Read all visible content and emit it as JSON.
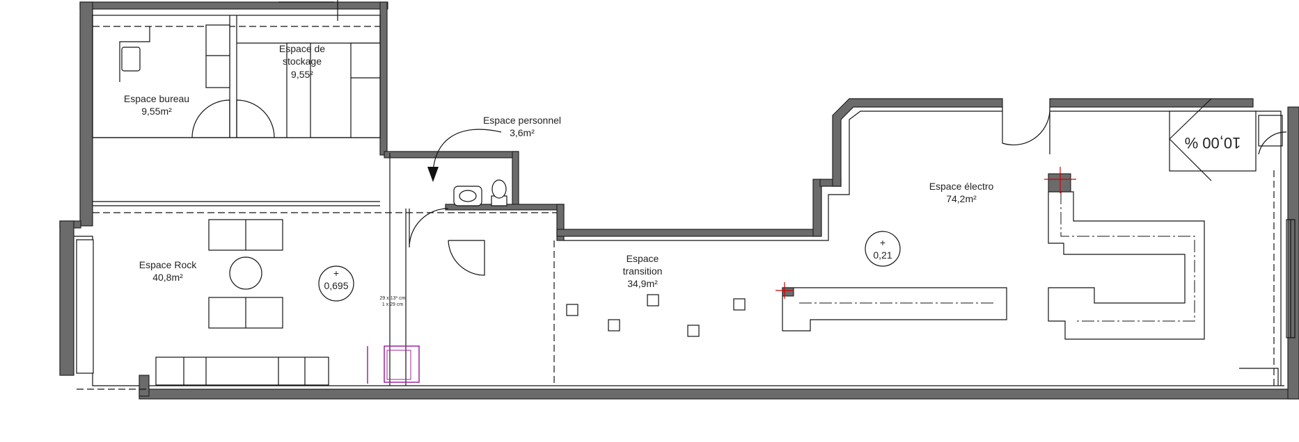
{
  "rooms": {
    "bureau": {
      "name": "Espace bureau",
      "area": "9,55m²"
    },
    "stockage": {
      "name_line1": "Espace de",
      "name_line2": "stockage",
      "area": "9,55²"
    },
    "personnel": {
      "name": "Espace personnel",
      "area": "3,6m²"
    },
    "rock": {
      "name": "Espace Rock",
      "area": "40,8m²"
    },
    "transition": {
      "name_line1": "Espace",
      "name_line2": "transition",
      "area": "34,9m²"
    },
    "electro": {
      "name": "Espace électro",
      "area": "74,2m²"
    }
  },
  "levels": {
    "rock": "0,695",
    "electro": "0,21"
  },
  "ramp": {
    "slope": "10,00 %"
  },
  "cabinet_tag": {
    "line1": "29 x 13* cm",
    "line2": "1 x 29 cm"
  },
  "colors": {
    "wall_fill": "#6b6b6b",
    "line": "#111111",
    "fixture_accent": "#a020a0",
    "marker_red": "#d00000"
  }
}
